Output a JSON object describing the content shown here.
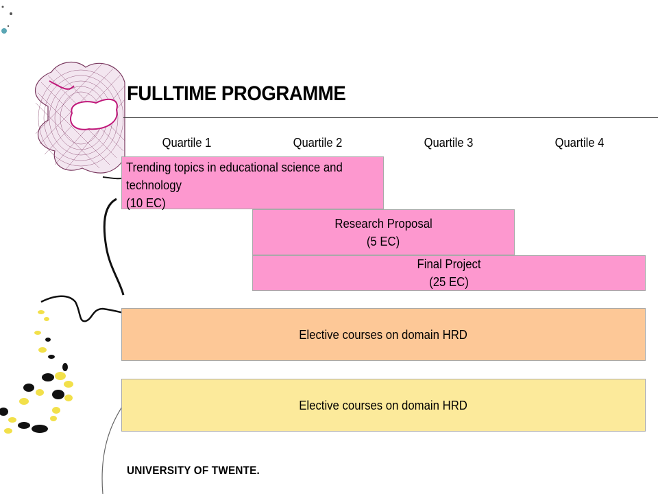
{
  "slide": {
    "title": "FULLTIME PROGRAMME",
    "footer": "UNIVERSITY OF TWENTE."
  },
  "quartiles": [
    "Quartile 1",
    "Quartile 2",
    "Quartile 3",
    "Quartile 4"
  ],
  "blocks": {
    "trending": {
      "line1": "Trending topics in educational science and",
      "line2": "technology",
      "line3": "(10 EC)"
    },
    "research": {
      "line1": "Research Proposal",
      "line2": "(5 EC)"
    },
    "final": {
      "line1": "Final Project",
      "line2": "(25 EC)"
    },
    "elective_orange": {
      "line1": "Elective courses on domain HRD"
    },
    "elective_yellow": {
      "line1": "Elective courses on domain HRD"
    }
  },
  "colors": {
    "pink": "#fd98cf",
    "orange": "#fdc897",
    "yellow": "#fcea9b"
  }
}
